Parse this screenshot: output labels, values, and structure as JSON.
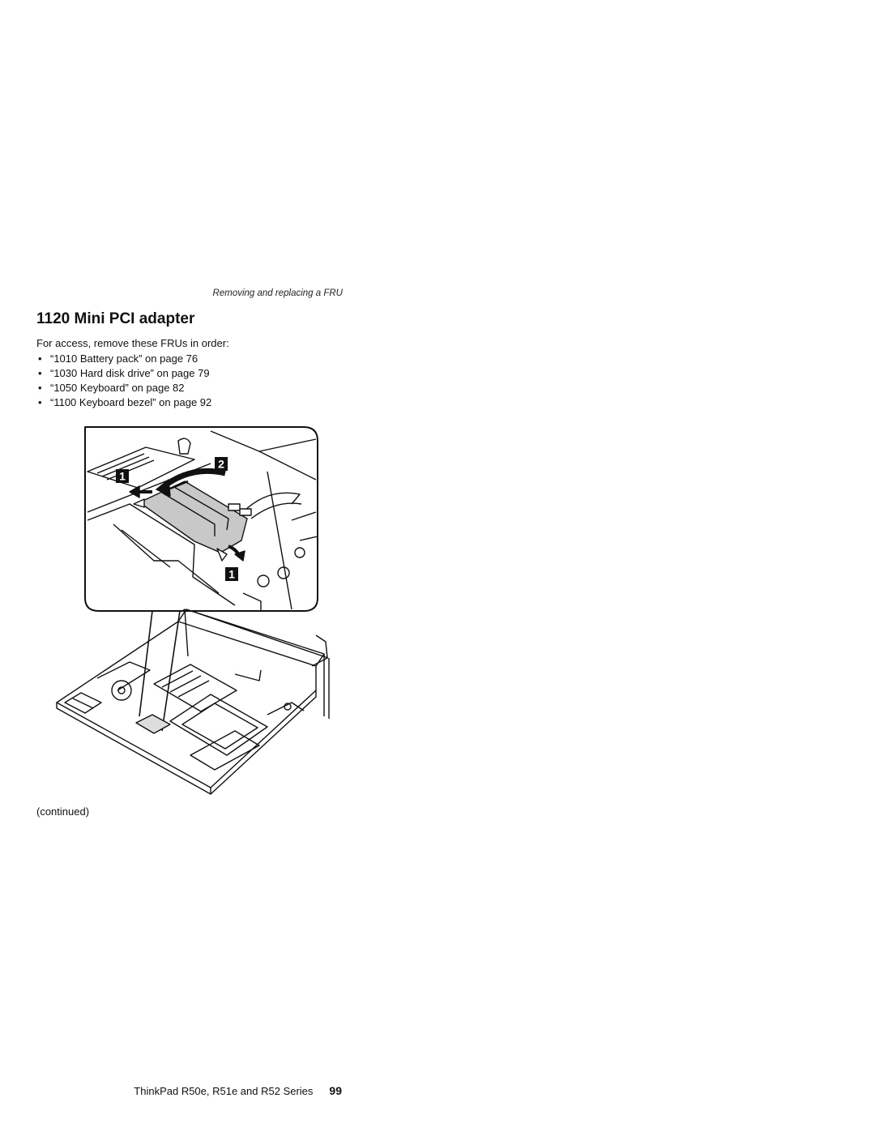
{
  "running_head": "Removing and replacing a FRU",
  "title": "1120 Mini PCI adapter",
  "intro": "For access, remove these FRUs in order:",
  "fru_items": [
    "“1010 Battery pack” on page 76",
    "“1030 Hard disk drive” on page 79",
    "“1050 Keyboard” on page 82",
    "“1100 Keyboard bezel” on page 92"
  ],
  "bullet": "•",
  "callouts": {
    "top_left": "1",
    "top_right": "2",
    "bottom_right": "1"
  },
  "continued": "(continued)",
  "footer": {
    "book_title": "ThinkPad R50e, R51e and R52 Series",
    "page_number": "99"
  }
}
